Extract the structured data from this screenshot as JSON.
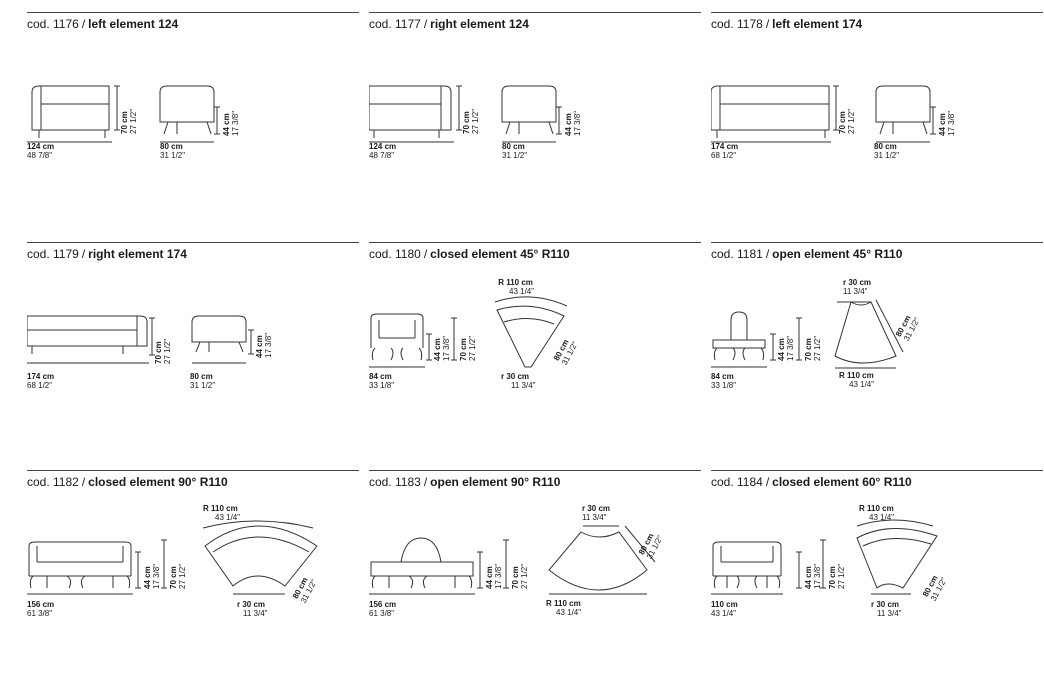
{
  "sheets": [
    {
      "code": "cod. 1176",
      "sep": "/",
      "name": "left element 124",
      "front": {
        "w": {
          "cm": "124 cm",
          "in": "48 7/8\""
        },
        "h": {
          "cm": "70 cm",
          "in": "27 1/2\""
        }
      },
      "side": {
        "d": {
          "cm": "80 cm",
          "in": "31 1/2\""
        },
        "s": {
          "cm": "44 cm",
          "in": "17 3/8\""
        }
      }
    },
    {
      "code": "cod. 1177",
      "sep": "/",
      "name": "right element 124",
      "front": {
        "w": {
          "cm": "124 cm",
          "in": "48 7/8\""
        },
        "h": {
          "cm": "70 cm",
          "in": "27 1/2\""
        }
      },
      "side": {
        "d": {
          "cm": "80 cm",
          "in": "31 1/2\""
        },
        "s": {
          "cm": "44 cm",
          "in": "17 3/8\""
        }
      }
    },
    {
      "code": "cod. 1178",
      "sep": "/",
      "name": "left element 174",
      "front": {
        "w": {
          "cm": "174 cm",
          "in": "68 1/2\""
        },
        "h": {
          "cm": "70 cm",
          "in": "27 1/2\""
        }
      },
      "side": {
        "d": {
          "cm": "80 cm",
          "in": "31 1/2\""
        },
        "s": {
          "cm": "44 cm",
          "in": "17 3/8\""
        }
      }
    },
    {
      "code": "cod. 1179",
      "sep": "/",
      "name": "right element 174",
      "front": {
        "w": {
          "cm": "174 cm",
          "in": "68 1/2\""
        },
        "h": {
          "cm": "70 cm",
          "in": "27 1/2\""
        }
      },
      "side": {
        "d": {
          "cm": "80 cm",
          "in": "31 1/2\""
        },
        "s": {
          "cm": "44 cm",
          "in": "17 3/8\""
        }
      }
    },
    {
      "code": "cod. 1180",
      "sep": "/",
      "name": "closed element 45° R110",
      "front": {
        "w": {
          "cm": "84 cm",
          "in": "33 1/8\""
        },
        "s": {
          "cm": "44 cm",
          "in": "17 3/8\""
        },
        "h": {
          "cm": "70 cm",
          "in": "27 1/2\""
        }
      },
      "plan": {
        "R": {
          "cm": "R 110 cm",
          "in": "43 1/4\""
        },
        "r": {
          "cm": "r 30 cm",
          "in": "11 3/4\""
        },
        "d": {
          "cm": "80 cm",
          "in": "31 1/2\""
        }
      }
    },
    {
      "code": "cod. 1181",
      "sep": "/",
      "name": "open element 45° R110",
      "front": {
        "w": {
          "cm": "84 cm",
          "in": "33 1/8\""
        },
        "s": {
          "cm": "44 cm",
          "in": "17 3/8\""
        },
        "h": {
          "cm": "70 cm",
          "in": "27 1/2\""
        }
      },
      "plan": {
        "r": {
          "cm": "r 30 cm",
          "in": "11 3/4\""
        },
        "R": {
          "cm": "R 110 cm",
          "in": "43 1/4\""
        },
        "d": {
          "cm": "80 cm",
          "in": "31 1/2\""
        }
      }
    },
    {
      "code": "cod. 1182",
      "sep": "/",
      "name": "closed element 90° R110",
      "front": {
        "w": {
          "cm": "156 cm",
          "in": "61 3/8\""
        },
        "s": {
          "cm": "44 cm",
          "in": "17 3/8\""
        },
        "h": {
          "cm": "70 cm",
          "in": "27 1/2\""
        }
      },
      "plan": {
        "R": {
          "cm": "R 110 cm",
          "in": "43 1/4\""
        },
        "r": {
          "cm": "r 30 cm",
          "in": "11 3/4\""
        },
        "d": {
          "cm": "80 cm",
          "in": "31 1/2\""
        }
      }
    },
    {
      "code": "cod. 1183",
      "sep": "/",
      "name": "open element 90° R110",
      "front": {
        "w": {
          "cm": "156 cm",
          "in": "61 3/8\""
        },
        "s": {
          "cm": "44 cm",
          "in": "17 3/8\""
        },
        "h": {
          "cm": "70 cm",
          "in": "27 1/2\""
        }
      },
      "plan": {
        "r": {
          "cm": "r 30 cm",
          "in": "11 3/4\""
        },
        "R": {
          "cm": "R 110 cm",
          "in": "43 1/4\""
        },
        "d": {
          "cm": "80 cm",
          "in": "31 1/2\""
        }
      }
    },
    {
      "code": "cod. 1184",
      "sep": "/",
      "name": "closed element 60° R110",
      "front": {
        "w": {
          "cm": "110 cm",
          "in": "43 1/4\""
        },
        "s": {
          "cm": "44 cm",
          "in": "17 3/8\""
        },
        "h": {
          "cm": "70 cm",
          "in": "27 1/2\""
        }
      },
      "plan": {
        "R": {
          "cm": "R 110 cm",
          "in": "43 1/4\""
        },
        "r": {
          "cm": "r 30 cm",
          "in": "11 3/4\""
        },
        "d": {
          "cm": "80 cm",
          "in": "31 1/2\""
        }
      }
    }
  ]
}
